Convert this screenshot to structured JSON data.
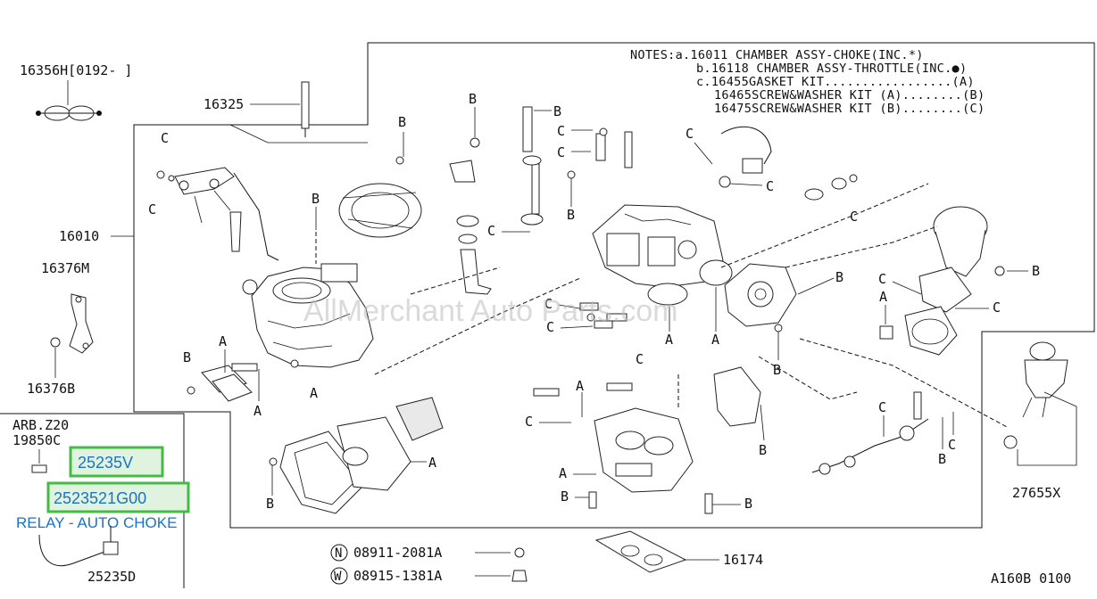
{
  "notes": {
    "line1": "NOTES:a.16011  CHAMBER ASSY-CHOKE(INC.*)",
    "line2": "b.16118  CHAMBER ASSY-THROTTLE(INC.●)",
    "line3": "c.16455GASKET KIT.................(A)",
    "line4": "16465SCREW&WASHER KIT (A)........(B)",
    "line5": "16475SCREW&WASHER KIT (B)........(C)"
  },
  "parts": {
    "p16356h": "16356H[0192-  ]",
    "p16325": "16325",
    "p16010": "16010",
    "p16376m": "16376M",
    "p16376b": "16376B",
    "arb": "ARB.Z20",
    "p19850c": "19850C",
    "p25235v": "25235V",
    "p2523521g00": "2523521G00",
    "p25235d": "25235D",
    "p27655x": "27655X",
    "p16174": "16174",
    "n08911": "08911-2081A",
    "w08915": "08915-1381A",
    "diagram_code": "A160B 0100"
  },
  "bolt_symbols": {
    "n": "N",
    "w": "W"
  },
  "callout": {
    "relay": "RELAY - AUTO CHOKE"
  },
  "watermark": "AllMerchant Auto Parts.com",
  "ref_letters": {
    "a": "A",
    "b": "B",
    "c": "C"
  }
}
